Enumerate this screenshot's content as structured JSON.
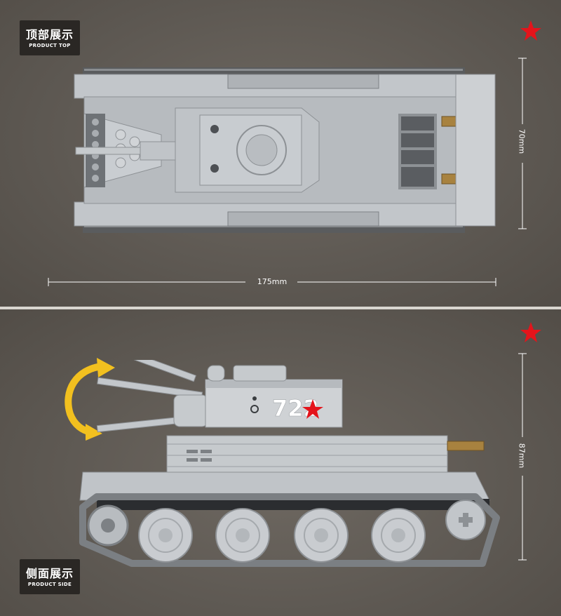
{
  "top_view": {
    "label_cn": "顶部展示",
    "label_en": "PRODUCT TOP",
    "width_dimension": "175mm",
    "height_dimension": "70mm",
    "icon": "red-star-icon",
    "star_color": "#e4141b"
  },
  "side_view": {
    "label_cn": "侧面展示",
    "label_en": "PRODUCT SIDE",
    "height_dimension": "87mm",
    "turret_number": "722",
    "icon": "red-star-icon",
    "star_color": "#e4141b",
    "rotate_arrow_icon": "rotate-arrow-icon"
  }
}
